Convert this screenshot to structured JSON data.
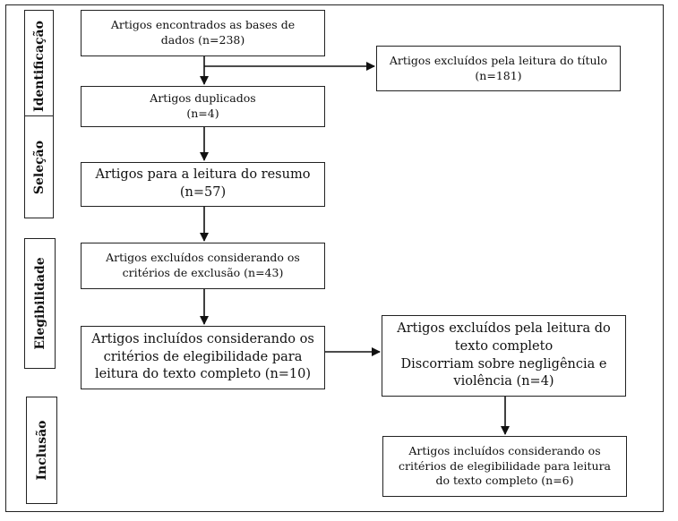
{
  "stages": {
    "identificacao": "Identificação",
    "selecao": "Seleção",
    "elegibilidade": "Elegibilidade",
    "inclusao": "Inclusão"
  },
  "boxes": {
    "encontrados": {
      "line1": "Artigos encontrados as bases de",
      "line2": "dados (n=238)"
    },
    "excluidos_titulo": {
      "line1": "Artigos excluídos pela leitura do título",
      "line2": "(n=181)"
    },
    "duplicados": {
      "line1": "Artigos duplicados",
      "line2": "(n=4)"
    },
    "resumo": {
      "line1": "Artigos para a leitura do resumo",
      "line2": "(n=57)"
    },
    "excluidos_criterios": {
      "line1": "Artigos excluídos considerando os",
      "line2": "critérios de exclusão (n=43)"
    },
    "incluidos_texto": {
      "line1": "Artigos incluídos considerando os",
      "line2": "critérios de elegibilidade para",
      "line3": "leitura do texto completo (n=10)"
    },
    "excluidos_texto": {
      "line1": "Artigos excluídos pela leitura do",
      "line2": "texto completo",
      "line3": "Discorriam sobre negligência e",
      "line4": "violência (n=4)"
    },
    "incluidos_final": {
      "line1": "Artigos incluídos considerando os",
      "line2": "critérios de elegibilidade para leitura",
      "line3": "do texto completo (n=6)"
    }
  }
}
